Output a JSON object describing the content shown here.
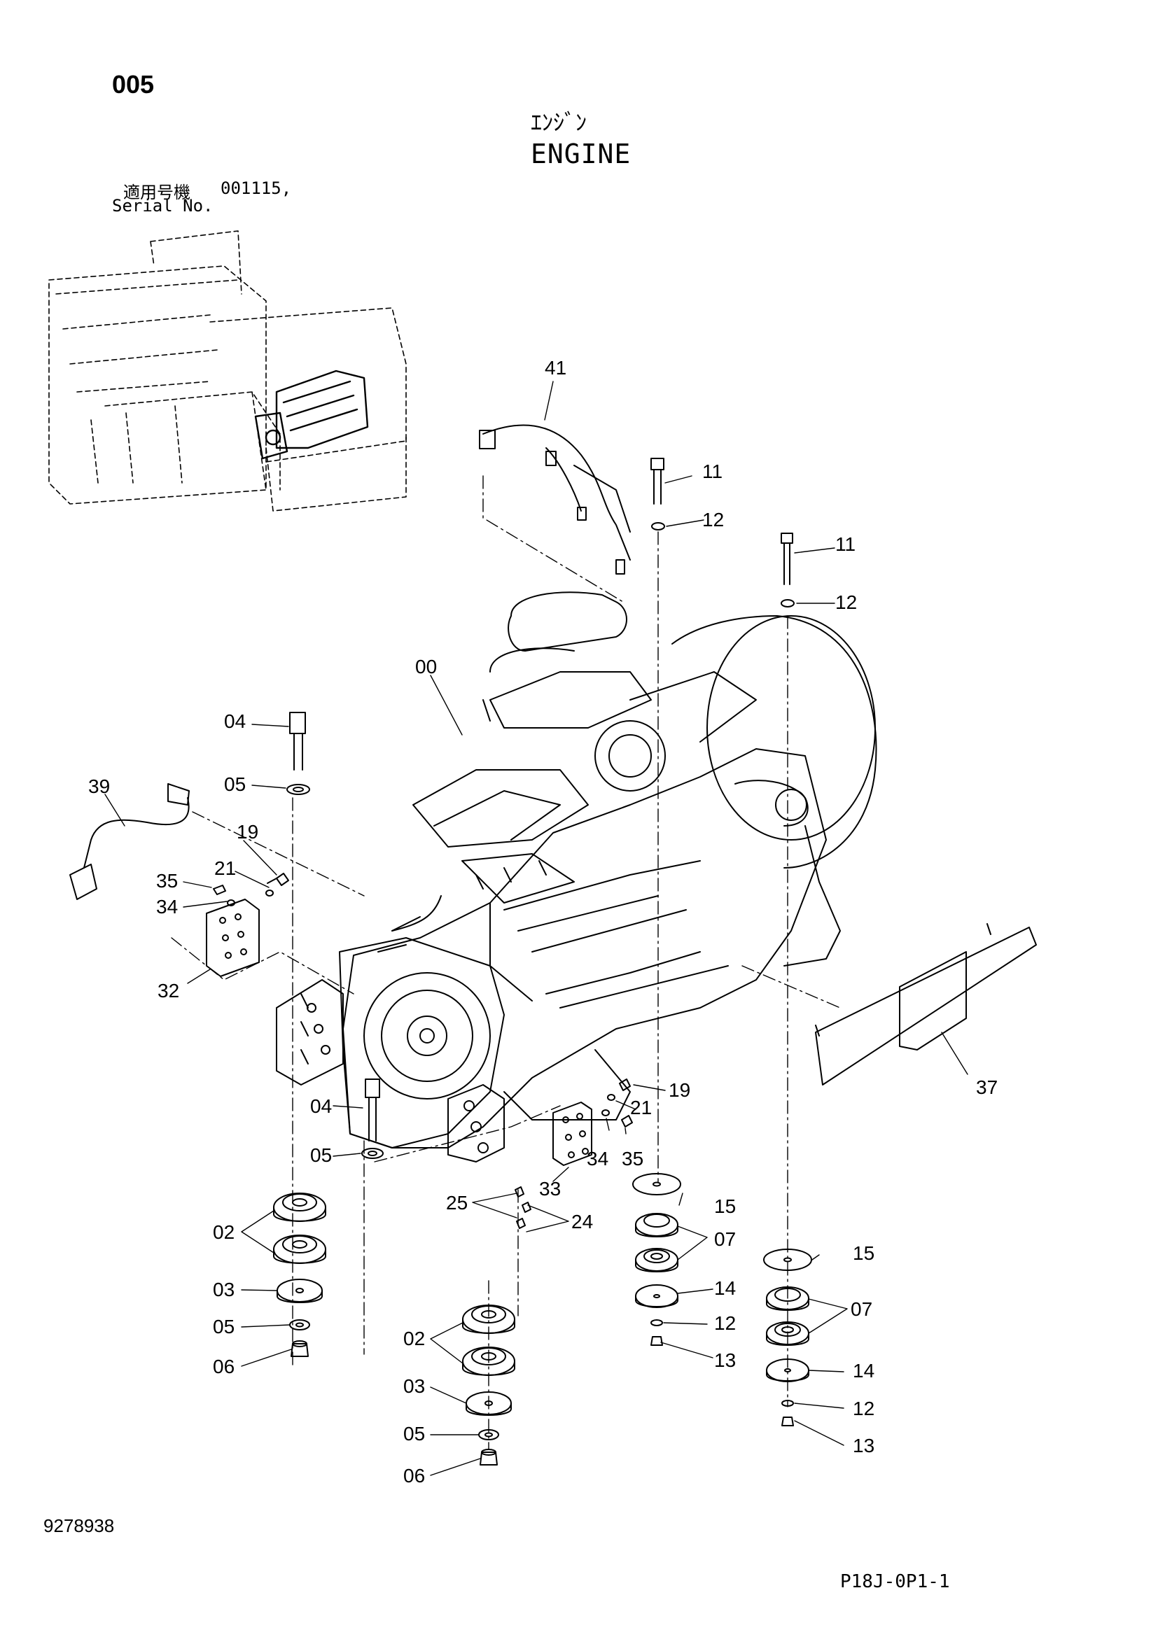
{
  "header": {
    "page_number": "005",
    "title_jp": "ｴﾝｼﾞﾝ",
    "title_en": "ENGINE",
    "serial_label_jp": "適用号機",
    "serial_value": "001115,",
    "serial_label_en": "Serial No."
  },
  "callouts": {
    "c00": "00",
    "c02a": "02",
    "c02b": "02",
    "c03a": "03",
    "c03b": "03",
    "c04a": "04",
    "c04b": "04",
    "c05a": "05",
    "c05b": "05",
    "c05c": "05",
    "c05d": "05",
    "c06a": "06",
    "c06b": "06",
    "c07a": "07",
    "c07b": "07",
    "c11a": "11",
    "c11b": "11",
    "c12a": "12",
    "c12b": "12",
    "c12c": "12",
    "c12d": "12",
    "c13a": "13",
    "c13b": "13",
    "c14a": "14",
    "c14b": "14",
    "c15a": "15",
    "c15b": "15",
    "c19a": "19",
    "c19b": "19",
    "c21a": "21",
    "c21b": "21",
    "c24": "24",
    "c25": "25",
    "c32": "32",
    "c33": "33",
    "c34a": "34",
    "c34b": "34",
    "c35a": "35",
    "c35b": "35",
    "c37": "37",
    "c39": "39",
    "c41": "41"
  },
  "footer": {
    "doc_id": "9278938",
    "sheet_id": "P18J-0P1-1"
  }
}
